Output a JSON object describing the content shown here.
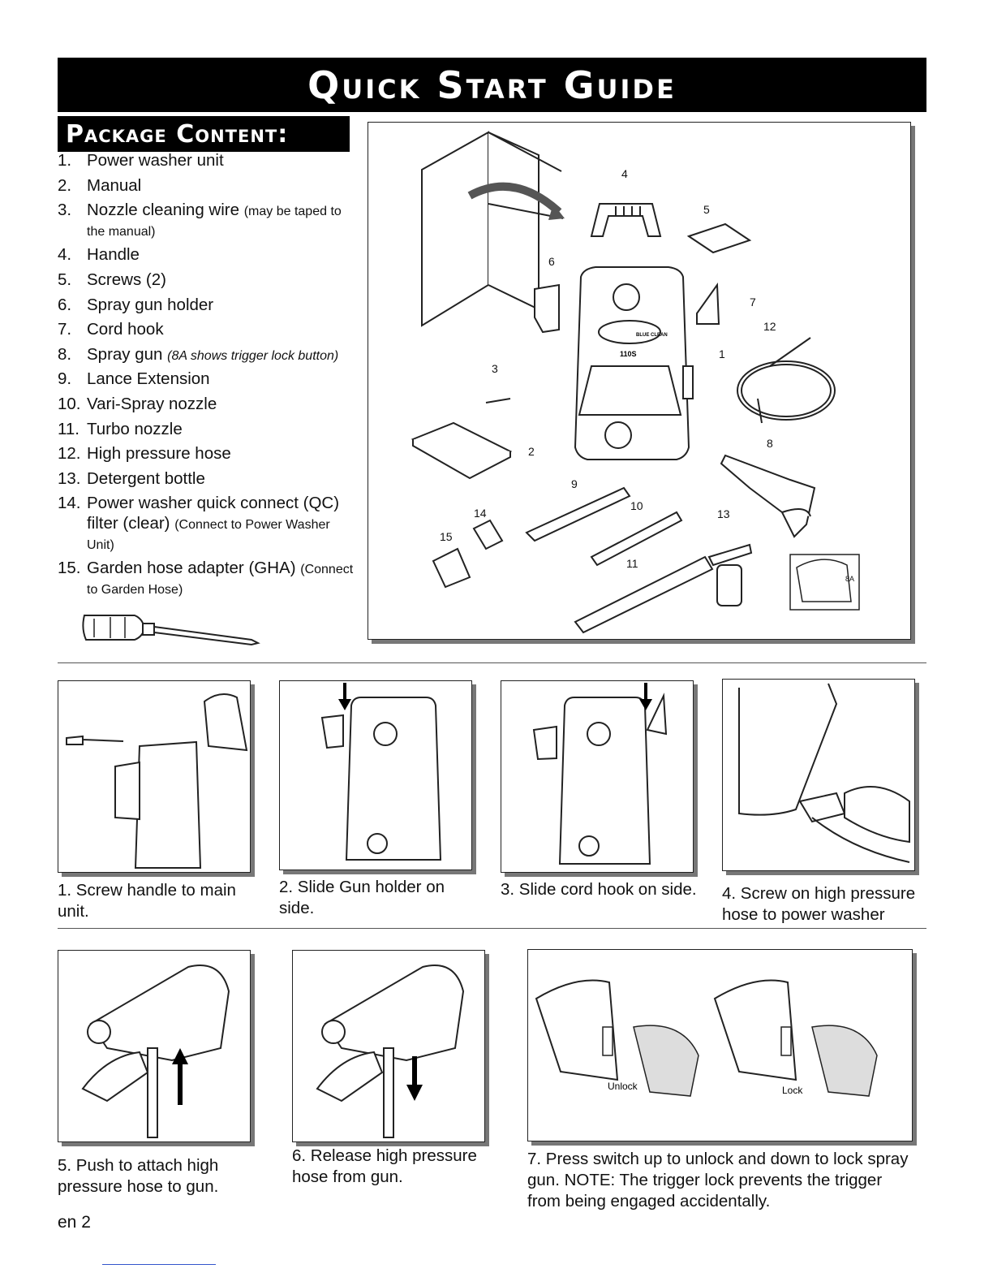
{
  "title": "Quick Start Guide",
  "package_heading": "Package Content:",
  "package_items": [
    {
      "num": "1.",
      "text": "Power washer unit",
      "note": "",
      "note_italic": false
    },
    {
      "num": "2.",
      "text": "Manual",
      "note": "",
      "note_italic": false
    },
    {
      "num": "3.",
      "text": "Nozzle cleaning wire",
      "note": "(may be taped to the manual)",
      "note_italic": false
    },
    {
      "num": "4.",
      "text": "Handle",
      "note": "",
      "note_italic": false
    },
    {
      "num": "5.",
      "text": "Screws (2)",
      "note": "",
      "note_italic": false
    },
    {
      "num": "6.",
      "text": "Spray gun holder",
      "note": "",
      "note_italic": false
    },
    {
      "num": "7.",
      "text": "Cord hook",
      "note": "",
      "note_italic": false
    },
    {
      "num": "8.",
      "text": "Spray gun",
      "note": "(8A shows trigger lock button)",
      "note_italic": true
    },
    {
      "num": "9.",
      "text": "Lance Extension",
      "note": "",
      "note_italic": false
    },
    {
      "num": "10.",
      "text": "Vari-Spray nozzle",
      "note": "",
      "note_italic": false
    },
    {
      "num": "11.",
      "text": "Turbo nozzle",
      "note": "",
      "note_italic": false
    },
    {
      "num": "12.",
      "text": "High pressure hose",
      "note": "",
      "note_italic": false
    },
    {
      "num": "13.",
      "text": "Detergent bottle",
      "note": "",
      "note_italic": false
    },
    {
      "num": "14.",
      "text": "Power washer quick connect (QC) filter (clear)",
      "note": "(Connect to Power Washer Unit)",
      "note_italic": false
    },
    {
      "num": "15.",
      "text": "Garden hose adapter (GHA)",
      "note": "(Connect to Garden Hose)",
      "note_italic": false
    }
  ],
  "diagram_labels": {
    "l1": "1",
    "l2": "2",
    "l3": "3",
    "l4": "4",
    "l5": "5",
    "l6": "6",
    "l7": "7",
    "l8": "8",
    "l8a": "8A",
    "l9": "9",
    "l10": "10",
    "l11": "11",
    "l12": "12",
    "l13": "13",
    "l14": "14",
    "l15": "15",
    "model": "110S",
    "brand": "BLUE CLEAN"
  },
  "steps": [
    {
      "caption": "1.  Screw handle to main unit."
    },
    {
      "caption": "2.  Slide Gun holder on side."
    },
    {
      "caption": "3.  Slide cord hook on side."
    },
    {
      "caption": "4.  Screw on high pressure hose to power washer"
    },
    {
      "caption": "5.  Push to attach high pressure hose to gun."
    },
    {
      "caption": "6.  Release high pressure hose from gun."
    },
    {
      "caption": "7.  Press switch up to unlock and down to lock spray gun.  NOTE: The trigger lock prevents the trigger from being engaged accidentally."
    }
  ],
  "lock_labels": {
    "unlock": "Unlock",
    "lock": "Lock"
  },
  "page_number": "en 2"
}
